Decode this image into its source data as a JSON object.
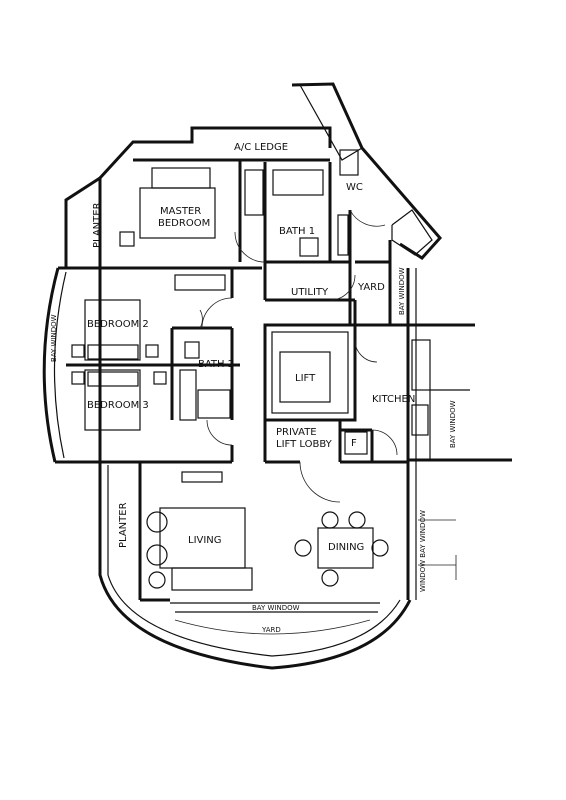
{
  "labels": {
    "ac_ledge": "A/C LEDGE",
    "wc": "WC",
    "planter_top": "PLANTER",
    "master_bedroom_1": "MASTER",
    "master_bedroom_2": "BEDROOM",
    "bath1": "BATH 1",
    "yard": "YARD",
    "utility": "UTILITY",
    "bedroom2": "BEDROOM 2",
    "bath2": "BATH 2",
    "lift": "LIFT",
    "bedroom3": "BEDROOM 3",
    "kitchen": "KITCHEN",
    "private_lift_lobby_1": "PRIVATE",
    "private_lift_lobby_2": "LIFT LOBBY",
    "f": "F",
    "planter_bottom": "PLANTER",
    "living": "LIVING",
    "dining": "DINING",
    "bay_window_bottom": "BAY WINDOW",
    "yard_bottom": "YARD",
    "bay_window_right": "BAY WINDOW",
    "bay_window_left": "BAY WINDOW",
    "bay_window_kitchen": "BAY WINDOW",
    "window_right_vertical": "WINDOW BAY WINDOW"
  }
}
